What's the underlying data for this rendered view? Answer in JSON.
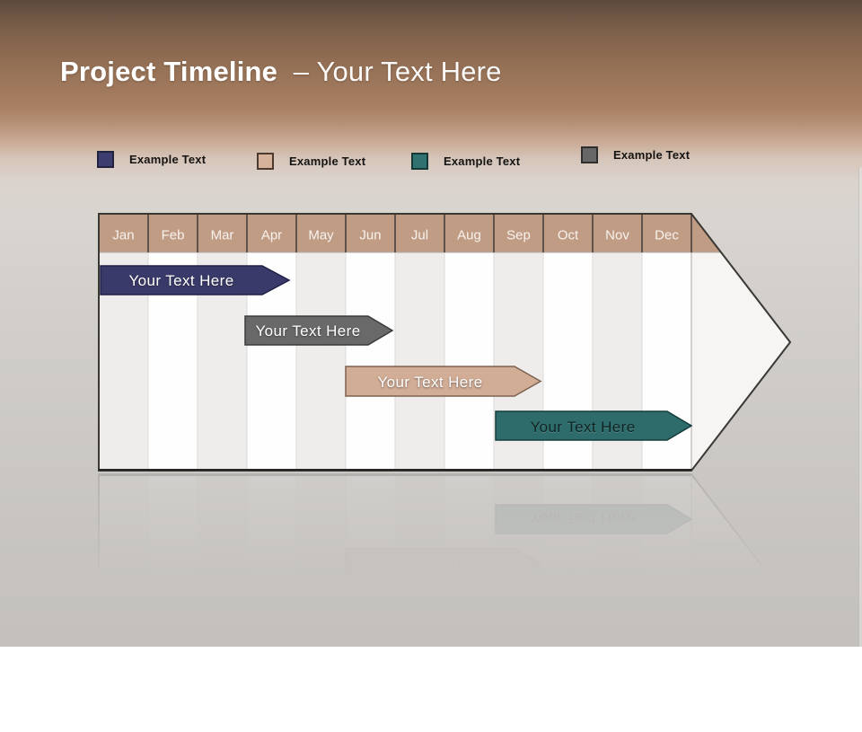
{
  "slide": {
    "background_top_color": "#8a6850",
    "background_bottom_color": "#c7c4c1"
  },
  "title": {
    "main": "Project Timeline",
    "suffix": "– Your Text Here",
    "color": "#ffffff"
  },
  "legend": {
    "items": [
      {
        "label": "Example Text",
        "color": "#3d3d70",
        "border_color": "#23233f"
      },
      {
        "label": "Example Text",
        "color": "#d7b29a",
        "border_color": "#4d3a2e"
      },
      {
        "label": "Example Text",
        "color": "#2f7270",
        "border_color": "#163837"
      },
      {
        "label": "Example Text",
        "color": "#676767",
        "border_color": "#2f2f2f"
      }
    ]
  },
  "timeline": {
    "months": [
      "Jan",
      "Feb",
      "Mar",
      "Apr",
      "May",
      "Jun",
      "Jul",
      "Aug",
      "Sep",
      "Oct",
      "Nov",
      "Dec"
    ],
    "header_color": "#c09c85",
    "body_stripe_colors": [
      "#eeedec",
      "#fefefe"
    ],
    "bars": [
      {
        "label": "Your Text Here",
        "color": "#3a3a6a",
        "border_color": "#202046",
        "text_color": "#ffffff",
        "start": "Jan",
        "end": "Mar"
      },
      {
        "label": "Your Text Here",
        "color": "#696969",
        "border_color": "#3b3b3b",
        "text_color": "#ffffff",
        "start": "Apr",
        "end": "Jun"
      },
      {
        "label": "Your Text Here",
        "color": "#d2ad95",
        "border_color": "#7d614f",
        "text_color": "#ffffff",
        "start": "Jun",
        "end": "Sep"
      },
      {
        "label": "Your Text Here",
        "color": "#2e6c6b",
        "border_color": "#153d3c",
        "text_color": "#15302f",
        "start": "Sep",
        "end": "Dec"
      }
    ]
  }
}
